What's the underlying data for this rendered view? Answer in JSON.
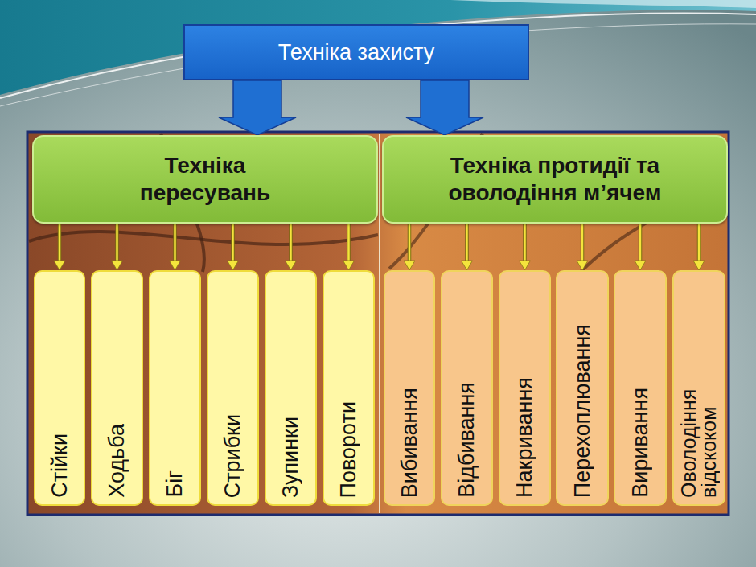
{
  "diagram": {
    "nodes": [
      {
        "text": [
          "Техніка захисту"
        ]
      },
      {
        "text": [
          "Техніка пересувань"
        ]
      },
      {
        "text": [
          "Техніка протидії та оволодіння м’ячем"
        ]
      },
      {
        "text": [
          "Стійки"
        ]
      },
      {
        "text": [
          "Ходьба"
        ]
      },
      {
        "text": [
          "Біг"
        ]
      },
      {
        "text": [
          "Стрибки"
        ]
      },
      {
        "text": [
          "Зупинки"
        ]
      },
      {
        "text": [
          "Повороти"
        ]
      },
      {
        "text": [
          "Вибивання"
        ]
      },
      {
        "text": [
          "Відбивання"
        ]
      },
      {
        "text": [
          "Накривання"
        ]
      },
      {
        "text": [
          "Перехоплювання"
        ]
      },
      {
        "text": [
          "Виривання"
        ]
      },
      {
        "text": [
          "Оволодіння відскоком"
        ]
      }
    ],
    "edges": [
      {
        "from": 0,
        "to": 1,
        "arrow": "to"
      },
      {
        "from": 0,
        "to": 2,
        "arrow": "to"
      },
      {
        "from": 1,
        "to": 3,
        "arrow": "to"
      },
      {
        "from": 1,
        "to": 4,
        "arrow": "to"
      },
      {
        "from": 1,
        "to": 5,
        "arrow": "to"
      },
      {
        "from": 1,
        "to": 6,
        "arrow": "to"
      },
      {
        "from": 1,
        "to": 7,
        "arrow": "to"
      },
      {
        "from": 1,
        "to": 8,
        "arrow": "to"
      },
      {
        "from": 2,
        "to": 9,
        "arrow": "to"
      },
      {
        "from": 2,
        "to": 10,
        "arrow": "to"
      },
      {
        "from": 2,
        "to": 11,
        "arrow": "to"
      },
      {
        "from": 2,
        "to": 12,
        "arrow": "to"
      },
      {
        "from": 2,
        "to": 13,
        "arrow": "to"
      },
      {
        "from": 2,
        "to": 14,
        "arrow": "to"
      }
    ]
  }
}
